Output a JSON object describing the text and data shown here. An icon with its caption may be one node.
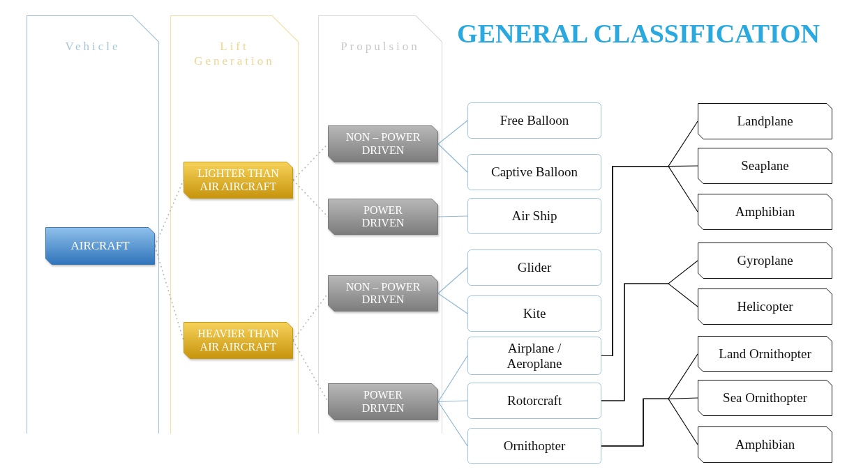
{
  "diagram": {
    "title": "GENERAL CLASSIFICATION",
    "nodes": [
      {
        "text": [
          "Vehicle"
        ]
      },
      {
        "text": [
          "Lift Generation"
        ]
      },
      {
        "text": [
          "Propulsion"
        ]
      },
      {
        "text": [
          "AIRCRAFT"
        ],
        "in": 0
      },
      {
        "text": [
          "LIGHTER THAN AIR AIRCRAFT"
        ],
        "in": 1
      },
      {
        "text": [
          "HEAVIER THAN AIR AIRCRAFT"
        ],
        "in": 1
      },
      {
        "text": [
          "NON – POWER DRIVEN"
        ],
        "in": 2
      },
      {
        "text": [
          "POWER DRIVEN"
        ],
        "in": 2
      },
      {
        "text": [
          "NON – POWER DRIVEN"
        ],
        "in": 2
      },
      {
        "text": [
          "POWER DRIVEN"
        ],
        "in": 2
      },
      {
        "text": [
          "Free Balloon"
        ]
      },
      {
        "text": [
          "Captive Balloon"
        ]
      },
      {
        "text": [
          "Air Ship"
        ]
      },
      {
        "text": [
          "Glider"
        ]
      },
      {
        "text": [
          "Kite"
        ]
      },
      {
        "text": [
          "Airplane / Aeroplane"
        ]
      },
      {
        "text": [
          "Rotorcraft"
        ]
      },
      {
        "text": [
          "Ornithopter"
        ]
      },
      {
        "text": [
          "Landplane"
        ]
      },
      {
        "text": [
          "Seaplane"
        ]
      },
      {
        "text": [
          "Amphibian"
        ]
      },
      {
        "text": [
          "Gyroplane"
        ]
      },
      {
        "text": [
          "Helicopter"
        ]
      },
      {
        "text": [
          "Land Ornithopter"
        ]
      },
      {
        "text": [
          "Sea Ornithopter"
        ]
      },
      {
        "text": [
          "Amphibian"
        ]
      }
    ],
    "edges": [
      {
        "from": 3,
        "to": 4,
        "arrow": "none",
        "style": "dashed",
        "color": "#b5b5b5"
      },
      {
        "from": 3,
        "to": 5,
        "arrow": "none",
        "style": "dashed",
        "color": "#b5b5b5"
      },
      {
        "from": 4,
        "to": 6,
        "arrow": "none",
        "style": "dashed",
        "color": "#b5b5b5"
      },
      {
        "from": 4,
        "to": 7,
        "arrow": "none",
        "style": "dashed",
        "color": "#b5b5b5"
      },
      {
        "from": 5,
        "to": 8,
        "arrow": "none",
        "style": "dashed",
        "color": "#b5b5b5"
      },
      {
        "from": 5,
        "to": 9,
        "arrow": "none",
        "style": "dashed",
        "color": "#b5b5b5"
      },
      {
        "from": 6,
        "to": 10,
        "arrow": "none",
        "color": "#8fb8d6"
      },
      {
        "from": 6,
        "to": 11,
        "arrow": "none",
        "color": "#8fb8d6"
      },
      {
        "from": 7,
        "to": 12,
        "arrow": "none",
        "color": "#8fb8d6"
      },
      {
        "from": 8,
        "to": 13,
        "arrow": "none",
        "color": "#8fb8d6"
      },
      {
        "from": 8,
        "to": 14,
        "arrow": "none",
        "color": "#8fb8d6"
      },
      {
        "from": 9,
        "to": 15,
        "arrow": "none",
        "color": "#8fb8d6"
      },
      {
        "from": 9,
        "to": 16,
        "arrow": "none",
        "color": "#8fb8d6"
      },
      {
        "from": 9,
        "to": 17,
        "arrow": "none",
        "color": "#8fb8d6"
      },
      {
        "from": 15,
        "to": 18,
        "arrow": "none",
        "color": "#111111"
      },
      {
        "from": 15,
        "to": 19,
        "arrow": "none",
        "color": "#111111"
      },
      {
        "from": 15,
        "to": 20,
        "arrow": "none",
        "color": "#111111"
      },
      {
        "from": 16,
        "to": 21,
        "arrow": "none",
        "color": "#111111"
      },
      {
        "from": 16,
        "to": 22,
        "arrow": "none",
        "color": "#111111"
      },
      {
        "from": 17,
        "to": 23,
        "arrow": "none",
        "color": "#111111"
      },
      {
        "from": 17,
        "to": 24,
        "arrow": "none",
        "color": "#111111"
      },
      {
        "from": 17,
        "to": 25,
        "arrow": "none",
        "color": "#111111"
      }
    ]
  }
}
